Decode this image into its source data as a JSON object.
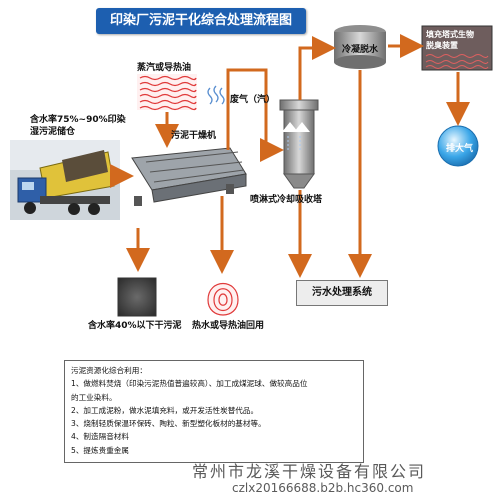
{
  "title": "印染厂污泥干化综合处理流程图",
  "labels": {
    "steam_oil": "蒸汽或导热油",
    "wet_sludge_line1": "含水率75%~90%印染",
    "wet_sludge_line2": "湿污泥储仓",
    "dryer": "污泥干燥机",
    "exhaust": "废气（汽）",
    "spray_tower": "喷淋式冷却吸收塔",
    "condensate": "冷凝脱水",
    "deodor_line1": "填充塔式生物",
    "deodor_line2": "脱臭装置",
    "atmosphere": "排大气",
    "wastewater": "污水处理系统",
    "dry_sludge": "含水率40%以下干污泥",
    "reuse": "热水或导热油回用"
  },
  "notes": {
    "heading": "污泥资源化综合利用：",
    "items": [
      "1、做燃料焚烧（印染污泥热值普遍较高）、加工成煤泥球、做较高品位",
      "的工业染料。",
      "2、加工成泥粉，做水泥填充料，或开发活性炭替代品。",
      "3、烧制轻质保温环保砖、陶粒、新型塑化板材的基材等。",
      "4、制造隔音材料",
      "5、提炼贵重金属"
    ]
  },
  "footer": {
    "company": "常州市龙溪干燥设备有限公司",
    "url": "czlx20166688.b2b.hc360.com"
  },
  "colors": {
    "title_bg": "#1d5fb0",
    "flow_arrow": "#d2691e",
    "heat_wave": "#e03a3a",
    "atmosphere_ball": "#3aa6e8"
  }
}
